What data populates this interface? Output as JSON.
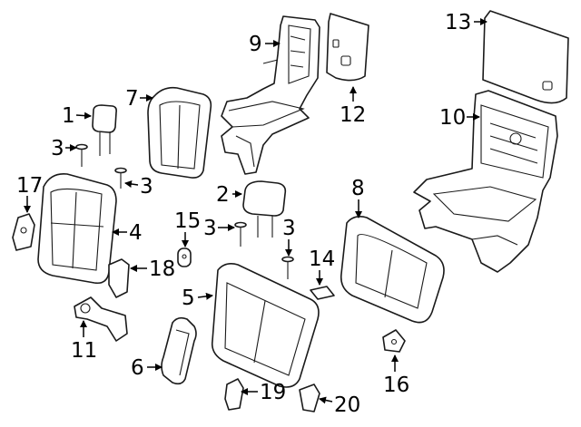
{
  "callouts": [
    {
      "id": "c1",
      "text": "1"
    },
    {
      "id": "c2",
      "text": "2"
    },
    {
      "id": "c3a",
      "text": "3"
    },
    {
      "id": "c3b",
      "text": "3"
    },
    {
      "id": "c3c",
      "text": "3"
    },
    {
      "id": "c3d",
      "text": "3"
    },
    {
      "id": "c4",
      "text": "4"
    },
    {
      "id": "c5",
      "text": "5"
    },
    {
      "id": "c6",
      "text": "6"
    },
    {
      "id": "c7",
      "text": "7"
    },
    {
      "id": "c8",
      "text": "8"
    },
    {
      "id": "c9",
      "text": "9"
    },
    {
      "id": "c10",
      "text": "10"
    },
    {
      "id": "c11",
      "text": "11"
    },
    {
      "id": "c12",
      "text": "12"
    },
    {
      "id": "c13",
      "text": "13"
    },
    {
      "id": "c14",
      "text": "14"
    },
    {
      "id": "c15",
      "text": "15"
    },
    {
      "id": "c16",
      "text": "16"
    },
    {
      "id": "c17",
      "text": "17"
    },
    {
      "id": "c18",
      "text": "18"
    },
    {
      "id": "c19",
      "text": "19"
    },
    {
      "id": "c20",
      "text": "20"
    }
  ]
}
